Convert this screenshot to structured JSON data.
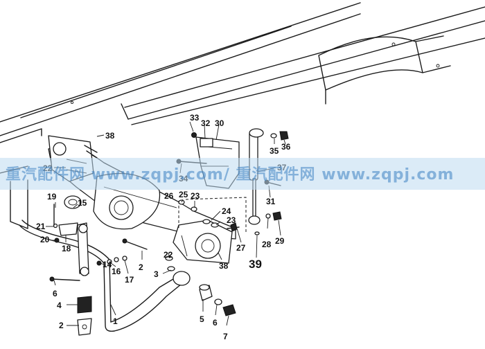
{
  "watermark": {
    "text": "重汽配件网 www.zqpj.com/ 重汽配件网 www.zqpj.com"
  },
  "callouts": {
    "c1": "1",
    "c2a": "2",
    "c2b": "2",
    "c3": "3",
    "c4": "4",
    "c5": "5",
    "c6a": "6",
    "c6b": "6",
    "c7": "7",
    "c14": "14",
    "c15": "15",
    "c16": "16",
    "c17": "17",
    "c18": "18",
    "c19": "19",
    "c20": "20",
    "c21": "21",
    "c22a": "22",
    "c22b": "22",
    "c23a": "23",
    "c23b": "23",
    "c24": "24",
    "c25": "25",
    "c26": "26",
    "c27": "27",
    "c28": "28",
    "c29": "29",
    "c30": "30",
    "c31": "31",
    "c32": "32",
    "c33": "33",
    "c34": "34",
    "c35": "35",
    "c36": "36",
    "c37": "37",
    "c38a": "38",
    "c38b": "38",
    "c39": "39"
  }
}
